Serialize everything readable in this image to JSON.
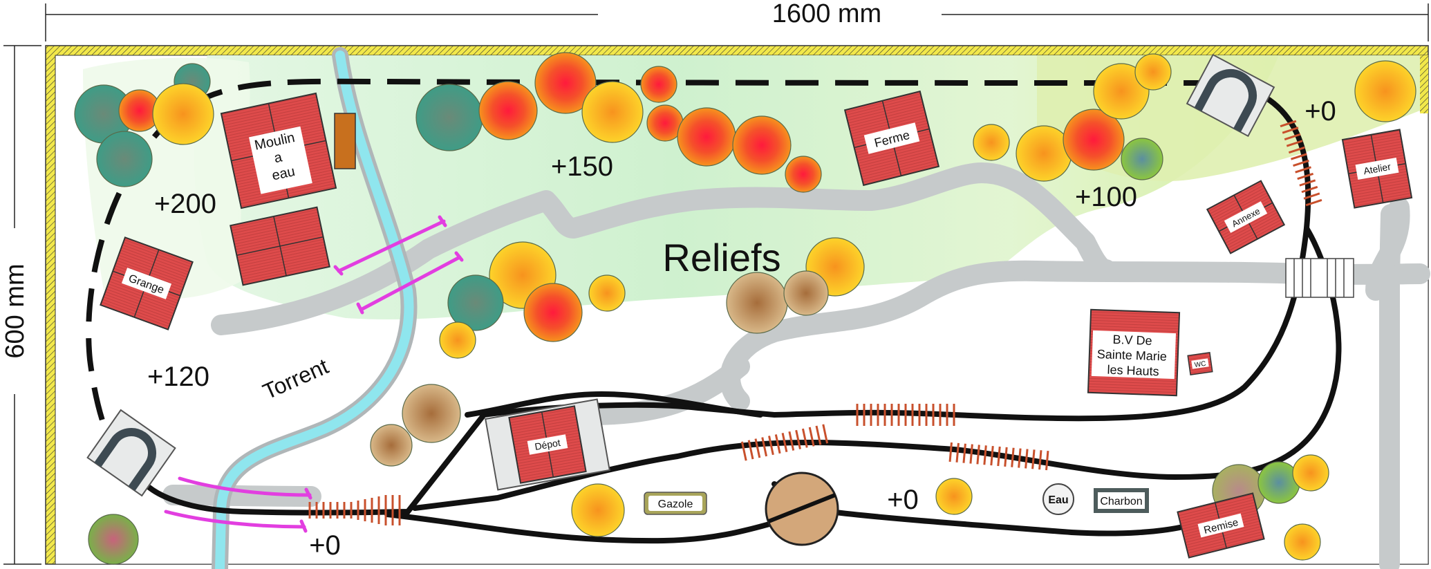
{
  "dimensions": {
    "width_label": "1600 mm",
    "height_label": "600 mm"
  },
  "title": "Reliefs",
  "torrent_label": "Torrent",
  "elevations": [
    "+200",
    "+150",
    "+100",
    "+0",
    "+120",
    "+0",
    "+0"
  ],
  "buildings": {
    "moulin": "Moulin\na\neau",
    "grange": "Grange",
    "ferme": "Ferme",
    "atelier": "Atelier",
    "annexe": "Annexe",
    "bv": "B.V De\nSainte Marie\nles Hauts",
    "wc": "WC",
    "depot": "Dépot",
    "remise": "Remise"
  },
  "signs": {
    "gazole": "Gazole",
    "eau": "Eau",
    "charbon": "Charbon"
  },
  "colors": {
    "building": "#de4b4b",
    "track": "#111111",
    "road": "#c6cacb",
    "river": "#8fe6ee",
    "frame": "#f2e84a",
    "bridge": "#e23ee0"
  }
}
